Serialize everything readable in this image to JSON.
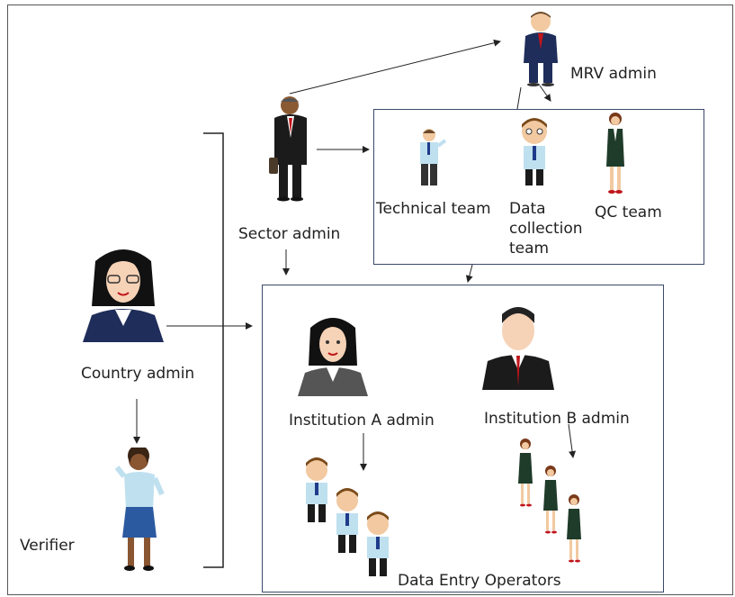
{
  "labels": {
    "mrv_admin": "MRV admin",
    "sector_admin": "Sector admin",
    "country_admin": "Country admin",
    "verifier": "Verifier",
    "technical_team": "Technical team",
    "data_collection_team": "Data collection team",
    "qc_team": "QC team",
    "institution_a_admin": "Institution A admin",
    "institution_b_admin": "Institution B admin",
    "data_entry_operators": "Data Entry Operators"
  },
  "colors": {
    "box_border": "#3a4a6b",
    "arrow": "#222222",
    "suit_navy": "#1f2d5a",
    "suit_black": "#1b1b1b",
    "shirt_light_blue": "#bfe0ef",
    "skirt_blue": "#2c5aa0",
    "dress_green": "#1f3b2a",
    "tie_red": "#c0151b"
  },
  "icons": [
    "mrv-admin-figure-icon",
    "sector-admin-figure-icon",
    "country-admin-portrait-icon",
    "verifier-figure-icon",
    "technical-team-figure-icon",
    "data-collection-figure-icon",
    "qc-team-figure-icon",
    "institution-a-admin-portrait-icon",
    "institution-b-admin-portrait-icon",
    "data-entry-operator-figure-icon"
  ]
}
